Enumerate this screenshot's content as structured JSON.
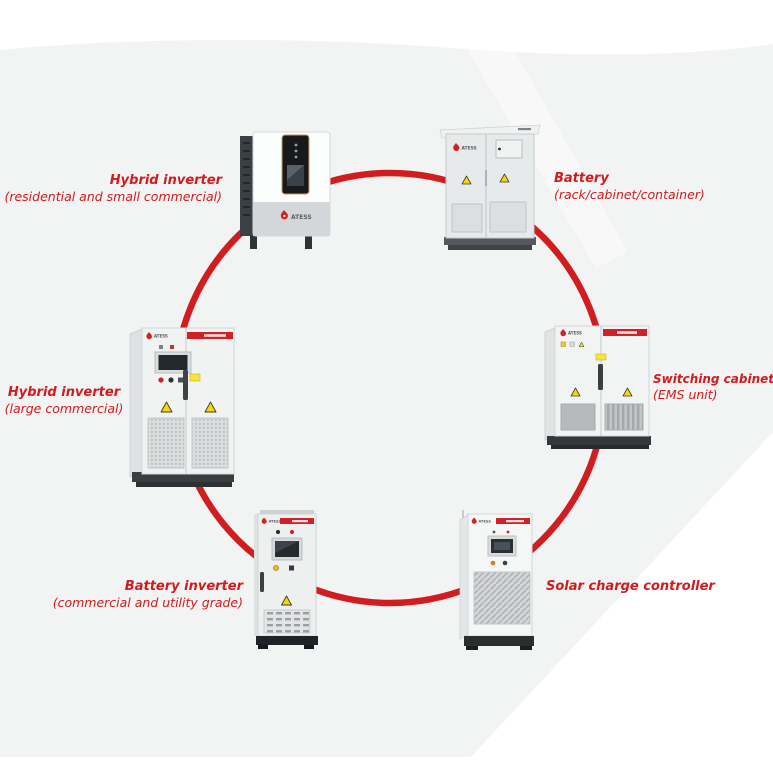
{
  "page": {
    "background_color": "#ffffff",
    "swoosh_gray": "#f2f3f3",
    "accent_red": "#d11d1f",
    "label_red": "#d01c1e"
  },
  "brand": {
    "logo_text": "ATESS"
  },
  "diagram": {
    "connector": {
      "type": "circle",
      "color": "#d11d1f"
    },
    "nodes": {
      "hybrid_res": {
        "label": "Hybrid inverter",
        "sublabel": "(residential and small commercial)"
      },
      "battery": {
        "label": "Battery",
        "sublabel": "(rack/cabinet/container)"
      },
      "hybrid_large": {
        "label": "Hybrid inverter",
        "sublabel": "(large commercial)"
      },
      "switching": {
        "label": "Switching cabinet",
        "sublabel": "(EMS unit)"
      },
      "battery_inverter": {
        "label": "Battery inverter",
        "sublabel": "(commercial and utility grade)"
      },
      "solar": {
        "label": "Solar charge controller",
        "sublabel": ""
      }
    }
  }
}
